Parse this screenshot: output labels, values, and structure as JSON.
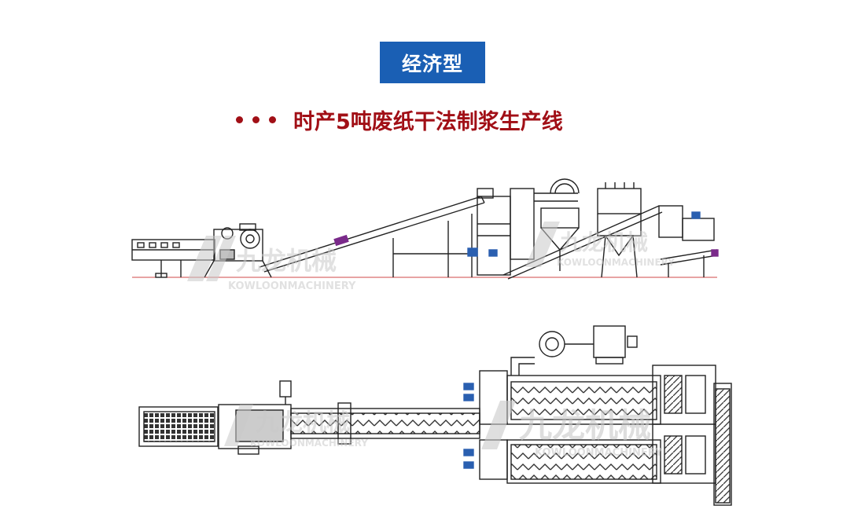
{
  "header": {
    "badge_label": "经济型",
    "title": "时产5吨废纸干法制浆生产线"
  },
  "watermark": {
    "cn": "九龙机械",
    "en": "KOWLOONMACHINERY"
  },
  "colors": {
    "badge": "#1a5fb4",
    "title": "#a10f16",
    "line": "#222222",
    "motor": "#2a5fb0",
    "ground": "#d04a4a"
  }
}
